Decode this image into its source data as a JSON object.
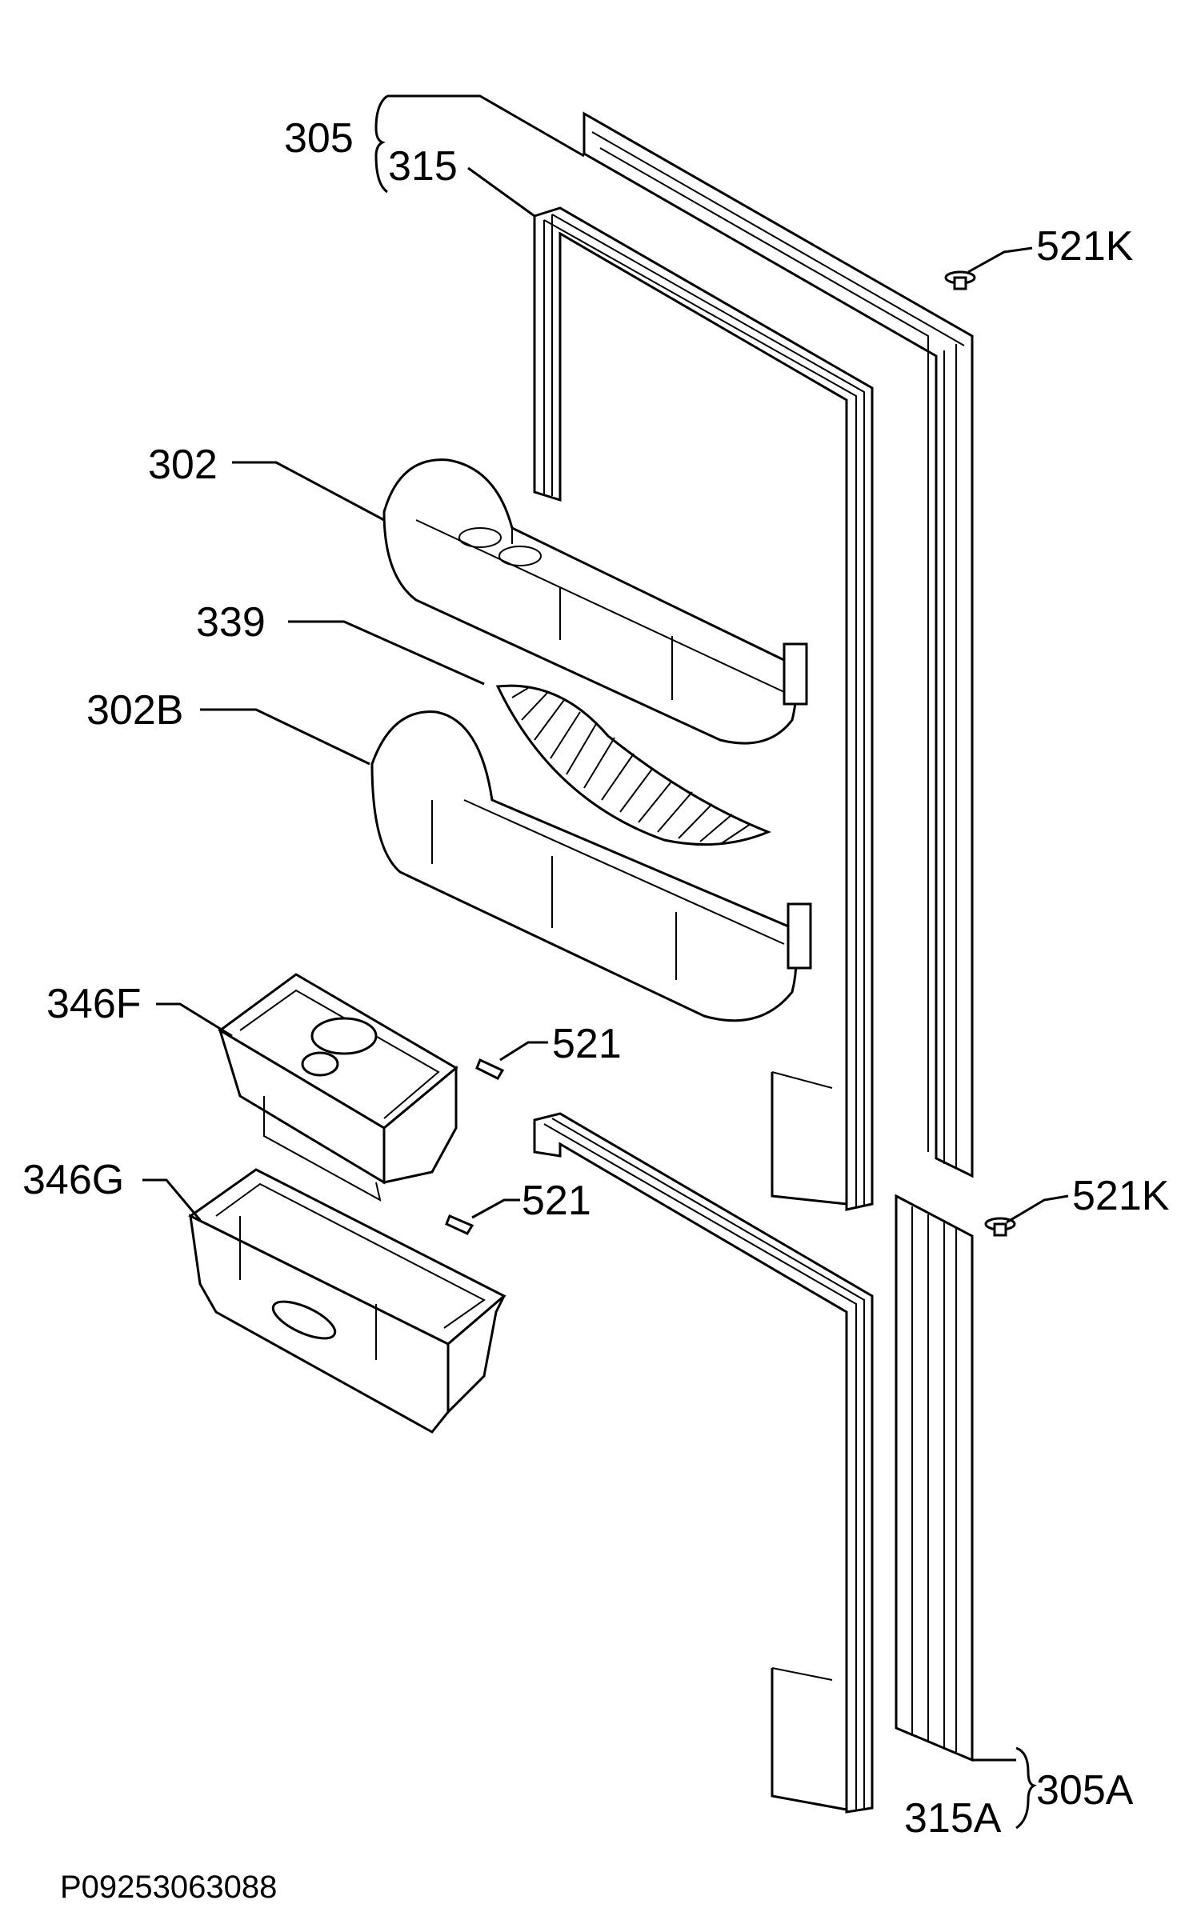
{
  "labels": {
    "p305": "305",
    "p315": "315",
    "p521k_top": "521K",
    "p302": "302",
    "p339": "339",
    "p302b": "302B",
    "p346f": "346F",
    "p521_a": "521",
    "p346g": "346G",
    "p521_b": "521",
    "p521k_mid": "521K",
    "p315a": "315A",
    "p305a": "305A"
  },
  "footer": {
    "code": "P09253063088"
  }
}
